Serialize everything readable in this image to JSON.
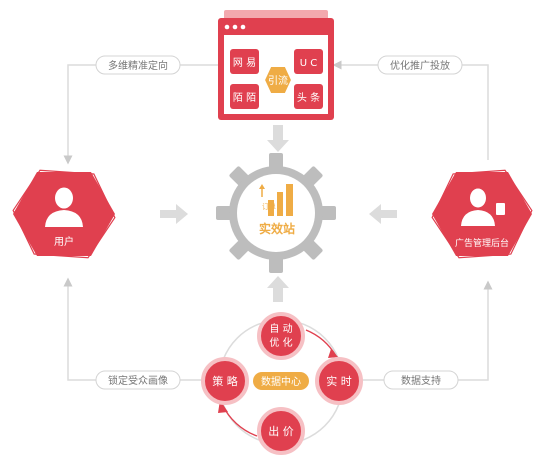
{
  "browser": {
    "cells": {
      "top_left": "网 易",
      "top_right": "U C",
      "bottom_left": "陌 陌",
      "bottom_right": "头 条"
    },
    "center": "引流"
  },
  "labels": {
    "top_left": "多维精准定向",
    "top_right": "优化推广投放",
    "bottom_left": "锁定受众画像",
    "bottom_right": "数据支持"
  },
  "user": {
    "label": "用户"
  },
  "admin": {
    "label": "广告管理后台"
  },
  "gear": {
    "order_label": "订单",
    "title": "实效站"
  },
  "cycle": {
    "center": "数据中心",
    "top_line1": "自 动",
    "top_line2": "优 化",
    "left": "策 略",
    "right": "实 时",
    "bottom": "出 价"
  },
  "colors": {
    "red": "#e0404f",
    "orange": "#efac45",
    "gray": "#bdbdbd"
  }
}
